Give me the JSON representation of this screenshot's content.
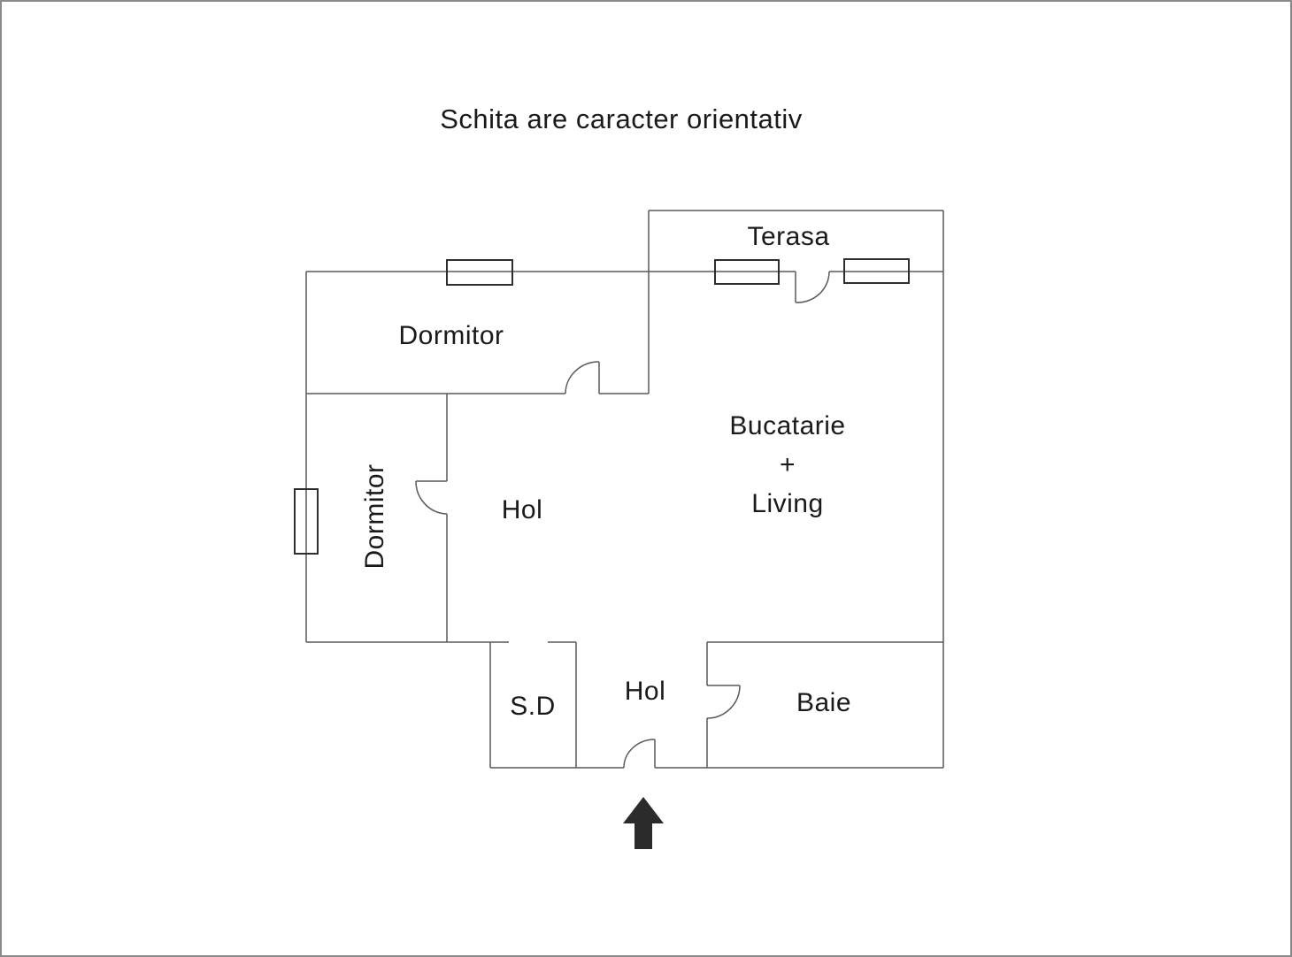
{
  "title": "Schita are caracter orientativ",
  "rooms": {
    "terasa": {
      "label": "Terasa"
    },
    "dormitor_top": {
      "label": "Dormitor"
    },
    "dormitor_left": {
      "label": "Dormitor"
    },
    "hol_upper": {
      "label": "Hol"
    },
    "bucatarie_living": {
      "line1": "Bucatarie",
      "line2": "+",
      "line3": "Living"
    },
    "sd": {
      "label": "S.D"
    },
    "hol_lower": {
      "label": "Hol"
    },
    "baie": {
      "label": "Baie"
    }
  },
  "icons": {
    "entrance_arrow": "up-arrow"
  },
  "colors": {
    "wall": "#595959",
    "window_frame": "#2e2e2e",
    "text": "#1a1a1a",
    "arrow": "#2b2b2b",
    "border": "#8a8a8a",
    "background": "#ffffff"
  }
}
